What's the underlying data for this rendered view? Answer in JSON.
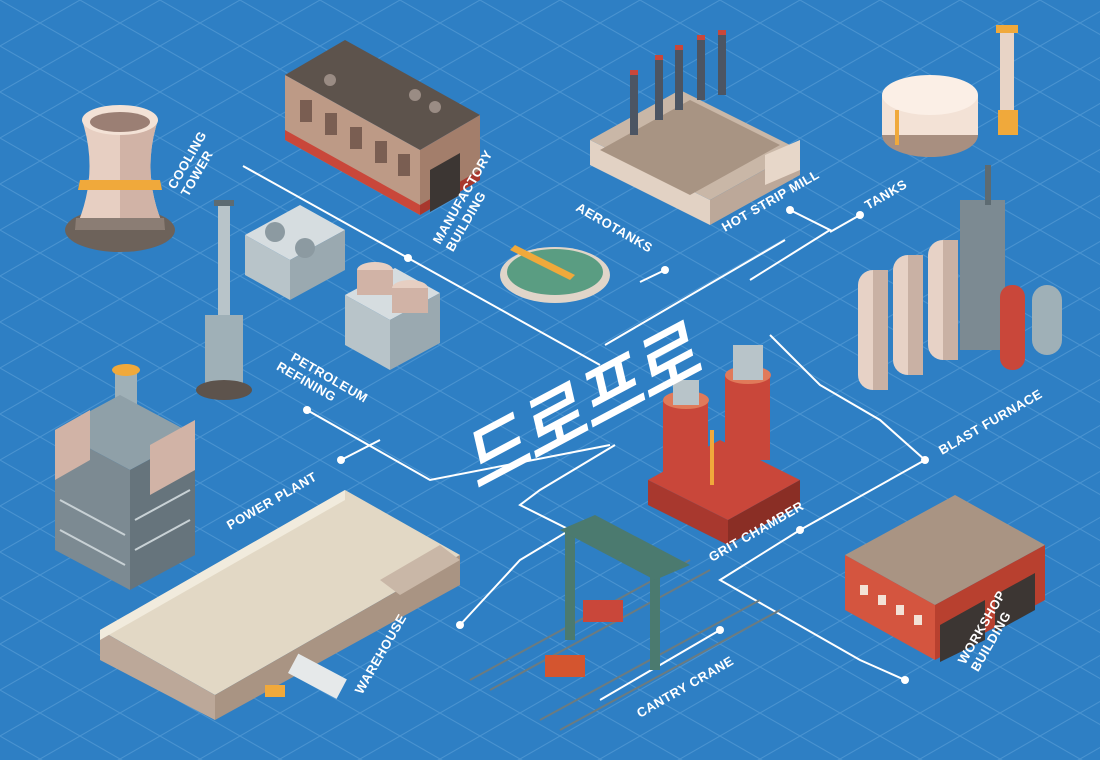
{
  "center": {
    "text": "드로프로"
  },
  "labels": {
    "cooling_tower": [
      "COOLING",
      "TOWER"
    ],
    "manufactory": [
      "MANUFACTORY",
      "BUILDING"
    ],
    "aerotanks": "AEROTANKS",
    "hot_strip_mill": "HOT STRIP MILL",
    "tanks": "TANKS",
    "petroleum": [
      "PETROLEUM",
      "REFINING"
    ],
    "blast_furnace": "BLAST FURNACE",
    "power_plant": "POWER PLANT",
    "grit_chamber": "GRIT CHAMBER",
    "warehouse": "WAREHOUSE",
    "workshop": [
      "WORKSHOP",
      "BUILDING"
    ],
    "gantry_crane": "CANTRY CRANE"
  },
  "colors": {
    "background": "#2e7fc4",
    "grid": "#4a93d0",
    "lines": "#ffffff",
    "brick": "#c9473a",
    "roof": "#6d625a",
    "beige": "#d8c4b0",
    "tank": "#f3e2d6",
    "metal": "#b8c4c9",
    "green_water": "#5a9d82",
    "stripe": "#f0a93b"
  }
}
